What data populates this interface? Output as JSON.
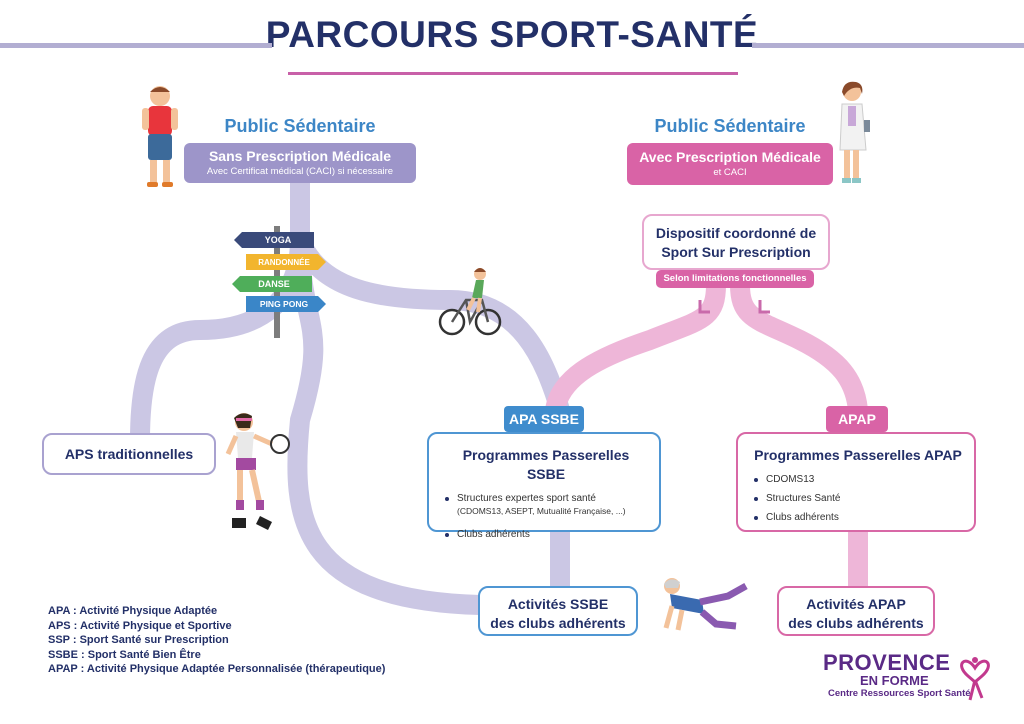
{
  "title": "PARCOURS SPORT-SANTÉ",
  "colors": {
    "navy": "#233068",
    "purple_path": "#cbc7e4",
    "pink_path": "#eeb6d8",
    "purple": "#9d95c9",
    "pink": "#d963a6",
    "blue": "#4f96d3"
  },
  "left": {
    "public_label": "Public Sédentaire",
    "header_title": "Sans Prescription Médicale",
    "header_sub": "Avec Certificat médical (CACI) si nécessaire"
  },
  "right": {
    "public_label": "Public Sédentaire",
    "header_title": "Avec Prescription Médicale",
    "header_sub": "et CACI",
    "dispositif_line1": "Dispositif coordonné de",
    "dispositif_line2": "Sport Sur Prescription",
    "selon": "Selon limitations fonctionnelles"
  },
  "signpost": {
    "yoga": "YOGA",
    "randonnee": "RANDONNÉE",
    "danse": "DANSE",
    "pingpong": "PING PONG"
  },
  "aps_trad": "APS traditionnelles",
  "ssbe": {
    "tag": "APA SSBE",
    "title": "Programmes Passerelles SSBE",
    "item1_line1": "Structures expertes sport santé",
    "item1_line2": "(CDOMS13, ASEPT, Mutualité Française, ...)",
    "item2": "Clubs adhérents",
    "activities_line1": "Activités SSBE",
    "activities_line2": "des clubs adhérents"
  },
  "apap": {
    "tag": "APAP",
    "title": "Programmes Passerelles APAP",
    "items": [
      "CDOMS13",
      "Structures Santé",
      "Clubs adhérents"
    ],
    "activities_line1": "Activités APAP",
    "activities_line2": "des clubs adhérents"
  },
  "legend": [
    "APA : Activité Physique Adaptée",
    "APS : Activité Physique et Sportive",
    "SSP : Sport Santé sur Prescription",
    "SSBE : Sport Santé Bien Être",
    "APAP : Activité Physique Adaptée Personnalisée (thérapeutique)"
  ],
  "logo": {
    "line1": "PROVENCE",
    "line2": "EN FORME",
    "line3": "Centre Ressources Sport Santé"
  },
  "icons": [
    "man-figure-icon",
    "doctor-figure-icon",
    "signpost-icon",
    "cyclist-icon",
    "tennis-player-icon",
    "senior-exercise-icon",
    "heart-logo-icon"
  ]
}
